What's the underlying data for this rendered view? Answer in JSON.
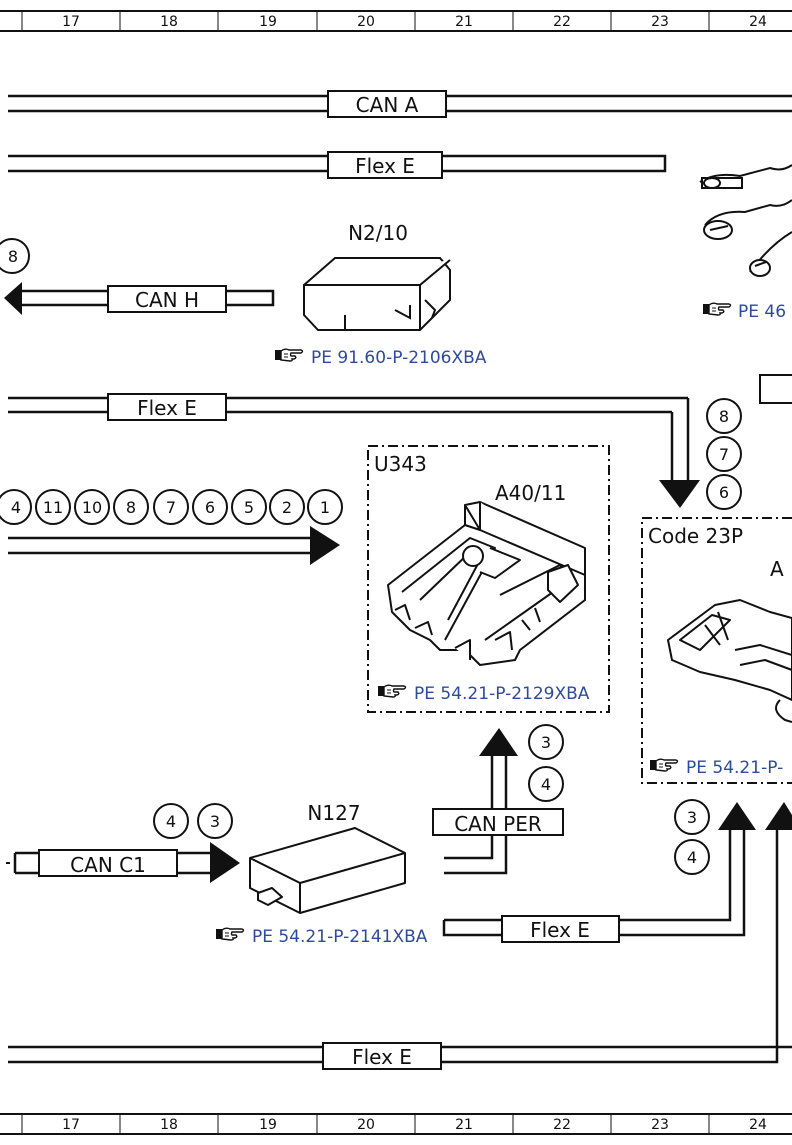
{
  "ruler": {
    "top": [
      "17",
      "18",
      "19",
      "20",
      "21",
      "22",
      "23",
      "24"
    ],
    "bottom": [
      "17",
      "18",
      "19",
      "20",
      "21",
      "22",
      "23",
      "24"
    ]
  },
  "buses": {
    "can_a": "CAN A",
    "flex_e_top": "Flex E",
    "can_h": "CAN H",
    "flex_e_mid": "Flex E",
    "can_c1": "CAN C1",
    "can_per": "CAN PER",
    "flex_e_lower": "Flex E",
    "flex_e_bottom": "Flex E"
  },
  "components": {
    "n2_10": {
      "label": "N2/10",
      "ref": "PE 91.60-P-2106XBA"
    },
    "u343": {
      "group": "U343",
      "label": "A40/11",
      "ref": "PE 54.21-P-2129XBA"
    },
    "code23p": {
      "group": "Code 23P",
      "label_partial": "A",
      "ref": "PE 54.21-P-"
    },
    "n127": {
      "label": "N127",
      "ref": "PE 54.21-P-2141XBA"
    },
    "partial_top_right": {
      "ref": "PE 46"
    }
  },
  "circles": {
    "left_partial": "8",
    "right_column": [
      "8",
      "7",
      "6"
    ],
    "arrow_row": [
      "4",
      "11",
      "10",
      "8",
      "7",
      "6",
      "5",
      "2",
      "1"
    ],
    "can_per_side": [
      "3",
      "4"
    ],
    "n127_top": [
      "4",
      "3"
    ],
    "code23p_side": [
      "3",
      "4"
    ]
  },
  "icons": {
    "reference": "pointing-hand-icon"
  },
  "colors": {
    "line": "#111111",
    "reference_text": "#2e4a9e"
  }
}
